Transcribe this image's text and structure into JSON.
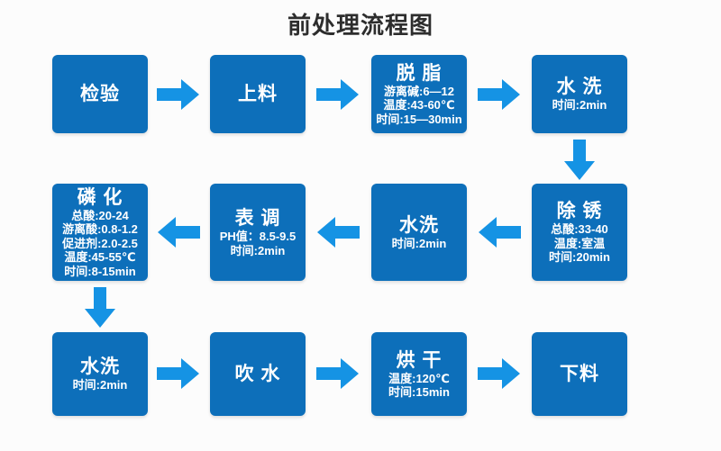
{
  "title": "前处理流程图",
  "colors": {
    "box": "#0d6fba",
    "arrow": "#1593e4",
    "background": "#fcfcfc",
    "title_text": "#2d2d2d",
    "box_text": "#ffffff"
  },
  "flow": {
    "rows": [
      {
        "direction": "right",
        "boxes": [
          {
            "title": "检验",
            "lines": []
          },
          {
            "title": "上料",
            "lines": []
          },
          {
            "title": "脱 脂",
            "lines": [
              "游离碱:6—12",
              "温度:43-60℃",
              "时间:15—30min"
            ]
          },
          {
            "title": "水 洗",
            "lines": [
              "时间:2min"
            ]
          }
        ]
      },
      {
        "direction": "left",
        "boxes": [
          {
            "title": "磷 化",
            "lines": [
              "总酸:20-24",
              "游离酸:0.8-1.2",
              "促进剂:2.0-2.5",
              "温度:45-55℃",
              "时间:8-15min"
            ]
          },
          {
            "title": "表 调",
            "lines": [
              "PH值：8.5-9.5",
              "时间:2min"
            ]
          },
          {
            "title": "水洗",
            "lines": [
              "时间:2min"
            ]
          },
          {
            "title": "除 锈",
            "lines": [
              "总酸:33-40",
              "温度:室温",
              "时间:20min"
            ]
          }
        ]
      },
      {
        "direction": "right",
        "boxes": [
          {
            "title": "水洗",
            "lines": [
              "时间:2min"
            ]
          },
          {
            "title": "吹 水",
            "lines": []
          },
          {
            "title": "烘 干",
            "lines": [
              "温度:120℃",
              "时间:15min"
            ]
          },
          {
            "title": "下料",
            "lines": []
          }
        ]
      }
    ]
  }
}
